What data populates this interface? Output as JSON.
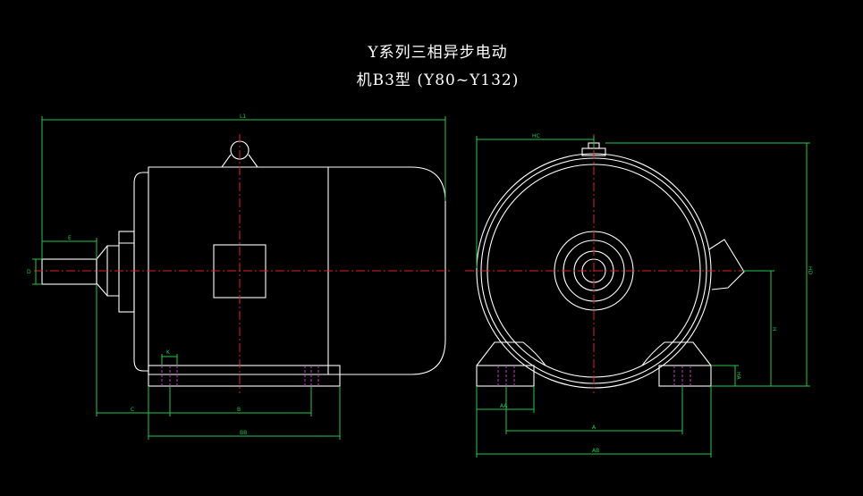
{
  "title": {
    "line1": "Y系列三相异步电动",
    "line2": "机B3型 (Y80~Y132)"
  },
  "dimension_labels": {
    "L1": "L1",
    "E": "E",
    "D": "D",
    "K": "K",
    "C": "C",
    "B": "B",
    "BB": "BB",
    "HC": "HC",
    "HD": "HD",
    "H": "H",
    "HA": "HA",
    "AA": "AA",
    "A": "A",
    "AB": "AB"
  },
  "colors": {
    "outline": "#ffffff",
    "dimension": "#22c84a",
    "centerline": "#e02020",
    "mounting_hole": "#c040c0",
    "background": "#000000"
  }
}
